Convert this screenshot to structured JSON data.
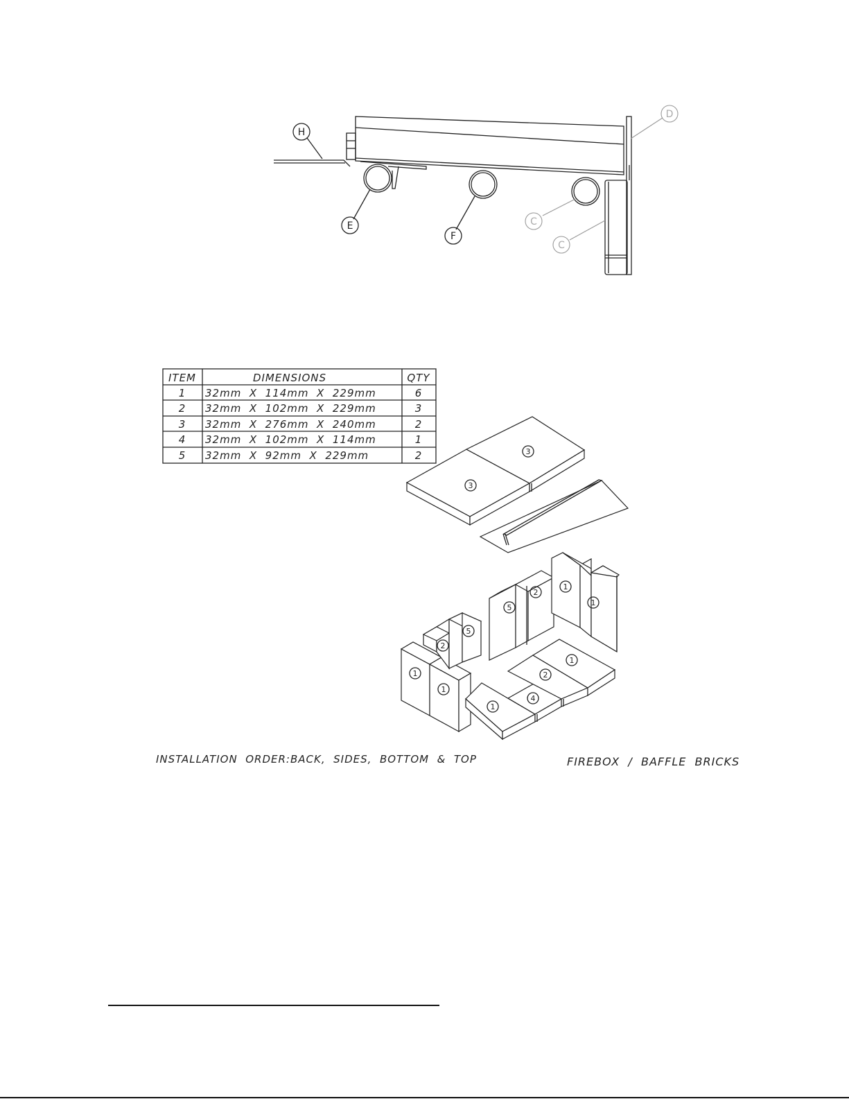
{
  "top_view": {
    "callouts": {
      "H": "H",
      "D": "D",
      "E": "E",
      "F": "F",
      "C1": "C",
      "C2": "C"
    }
  },
  "brick_table": {
    "headers": {
      "item": "ITEM",
      "dimensions": "DIMENSIONS",
      "qty": "QTY"
    },
    "rows": [
      {
        "item": "1",
        "dimensions": "32mm  X  114mm  X  229mm",
        "qty": "6"
      },
      {
        "item": "2",
        "dimensions": "32mm  X  102mm  X  229mm",
        "qty": "3"
      },
      {
        "item": "3",
        "dimensions": "32mm  X  276mm  X  240mm",
        "qty": "2"
      },
      {
        "item": "4",
        "dimensions": "32mm  X  102mm  X  114mm",
        "qty": "1"
      },
      {
        "item": "5",
        "dimensions": "32mm  X  92mm  X  229mm",
        "qty": "2"
      }
    ]
  },
  "exploded_view": {
    "labels": {
      "top_left": "3",
      "top_right": "3",
      "left_front_a": "1",
      "left_front_b": "1",
      "left_back_a": "2",
      "left_back_b": "5",
      "back_a": "5",
      "back_b": "2",
      "right_a": "1",
      "right_b": "1",
      "floor_front": "1",
      "floor_small": "4",
      "floor_mid": "2",
      "floor_back": "1"
    }
  },
  "captions": {
    "installation": "INSTALLATION  ORDER:BACK,  SIDES,  BOTTOM  &  TOP",
    "title": "FIREBOX  /  BAFFLE  BRICKS"
  }
}
